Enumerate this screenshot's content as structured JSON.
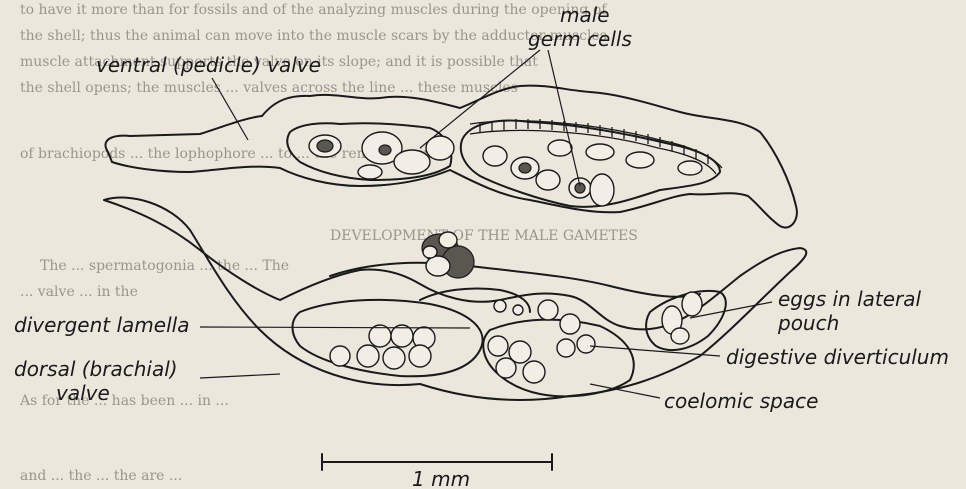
{
  "background_text": [
    "to have it more than for fossils and of the analyzing muscles during the opening of",
    "the shell; thus the animal can move into the muscle scars by the adductor muscles",
    "muscle attachment supports the valve on its slope; and it is possible that",
    "the shell opens; the muscles ... valves across the line ... these muscles",
    "of brachiopods ... the lophophore ... to ... the remaining in",
    "DEVELOPMENT OF THE MALE GAMETES",
    "The ... spermatogonia ... the ... The",
    "... valve ... in the",
    "As for the ... has been ... in ...",
    "and ... the ... the are ..."
  ],
  "labels": {
    "ventral_valve": "ventral (pedicle) valve",
    "male_germ_cells_line1": "male",
    "male_germ_cells_line2": "germ cells",
    "eggs_line1": "eggs in lateral",
    "eggs_line2": "pouch",
    "divergent_lamella": "divergent lamella",
    "dorsal_valve_line1": "dorsal (brachial)",
    "dorsal_valve_line2": "valve",
    "digestive_diverticulum": "digestive diverticulum",
    "coelomic_space": "coelomic space",
    "scale_bar": "1 mm"
  },
  "colors": {
    "paper": "#ece7dd",
    "ink": "#1a1a1a",
    "faded_text": "#9a958c"
  }
}
